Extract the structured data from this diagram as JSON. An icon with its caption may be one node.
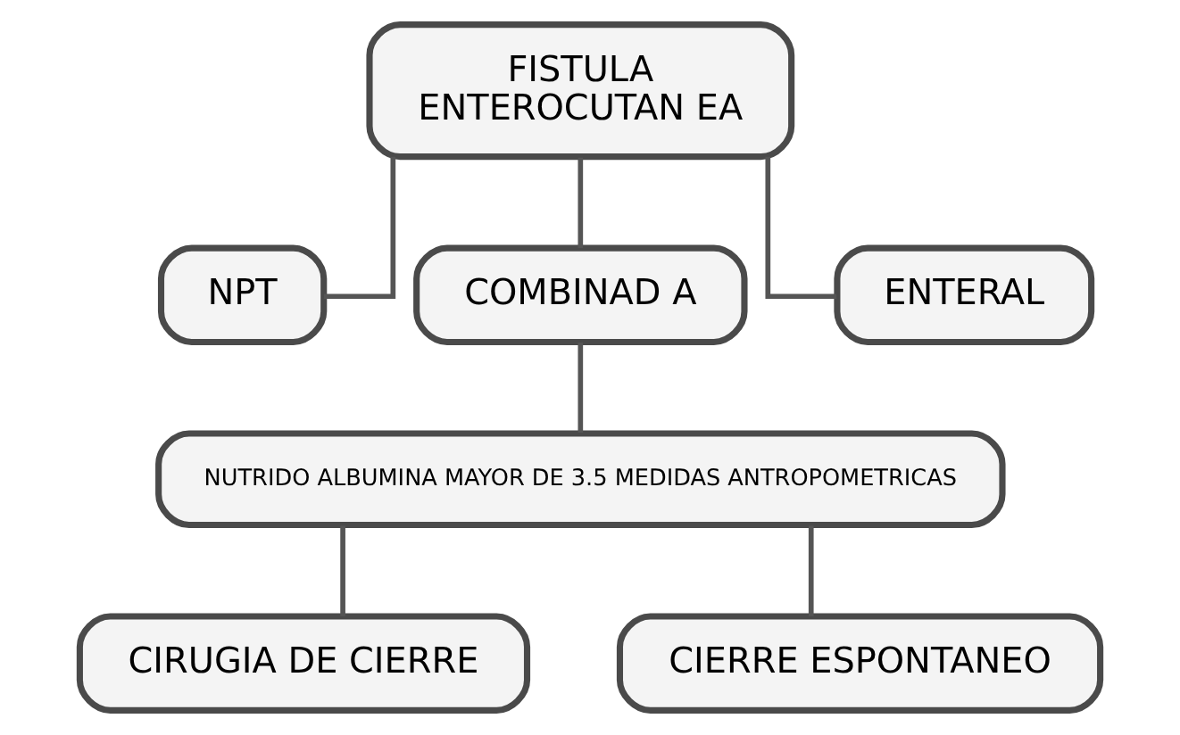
{
  "diagram": {
    "nodes": [
      {
        "text": [
          "FISTULA",
          "ENTEROCUTAN EA"
        ]
      },
      {
        "text": [
          "NPT"
        ]
      },
      {
        "text": [
          "COMBINAD A"
        ]
      },
      {
        "text": [
          "ENTERAL"
        ]
      },
      {
        "text": [
          "NUTRIDO ALBUMINA MAYOR DE 3.5 MEDIDAS ANTROPOMETRICAS"
        ]
      },
      {
        "text": [
          "CIRUGIA DE CIERRE"
        ]
      },
      {
        "text": [
          "CIERRE ESPONTANEO"
        ]
      }
    ],
    "edges": [
      {
        "from": 0,
        "to": 1,
        "arrow": "none"
      },
      {
        "from": 0,
        "to": 2,
        "arrow": "none"
      },
      {
        "from": 0,
        "to": 3,
        "arrow": "none"
      },
      {
        "from": 2,
        "to": 4,
        "arrow": "none"
      },
      {
        "from": 4,
        "to": 5,
        "arrow": "none"
      },
      {
        "from": 4,
        "to": 6,
        "arrow": "none"
      }
    ]
  }
}
